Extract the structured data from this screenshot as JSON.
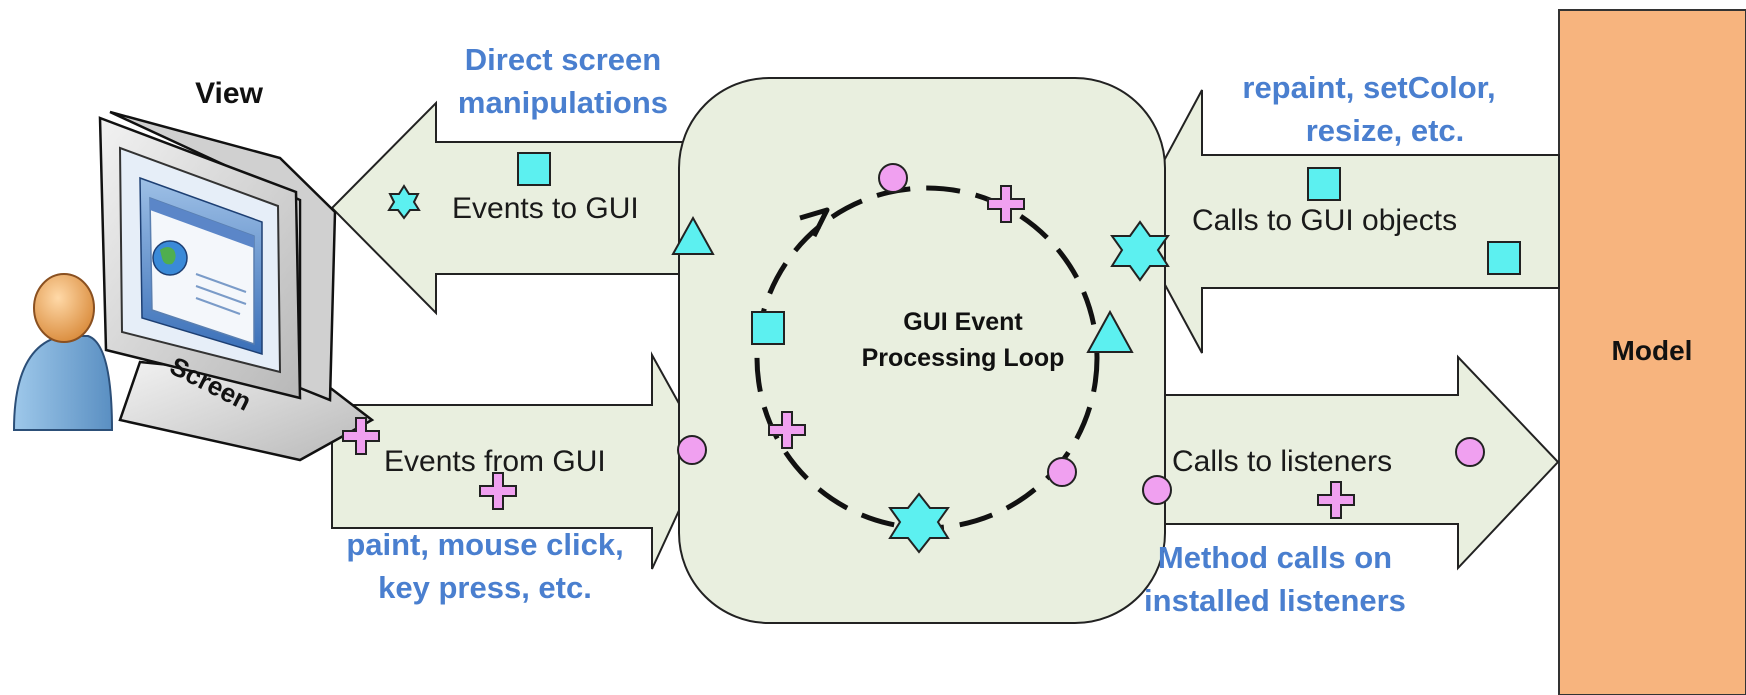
{
  "view_label": "View",
  "screen_label": "Screen",
  "model_label": "Model",
  "loop_label": [
    "GUI Event",
    "Processing Loop"
  ],
  "arrows": {
    "events_to_gui": "Events to GUI",
    "events_from_gui": "Events from GUI",
    "calls_to_gui_objects": "Calls to GUI objects",
    "calls_to_listeners": "Calls to listeners"
  },
  "annotations": {
    "direct_screen": [
      "Direct screen",
      "manipulations"
    ],
    "paint_click": [
      "paint, mouse click,",
      "key press, etc."
    ],
    "repaint": [
      "repaint, setColor,",
      "resize, etc."
    ],
    "method_calls": [
      "Method calls on",
      "installed listeners"
    ]
  },
  "colors": {
    "arrow_fill": "#e9efdf",
    "loop_fill": "#e9efdf",
    "model_fill": "#f7b47e",
    "token_cyan": "#5cf0f0",
    "token_pink": "#f0a0f0",
    "annotation_blue": "#4a7fcf"
  }
}
